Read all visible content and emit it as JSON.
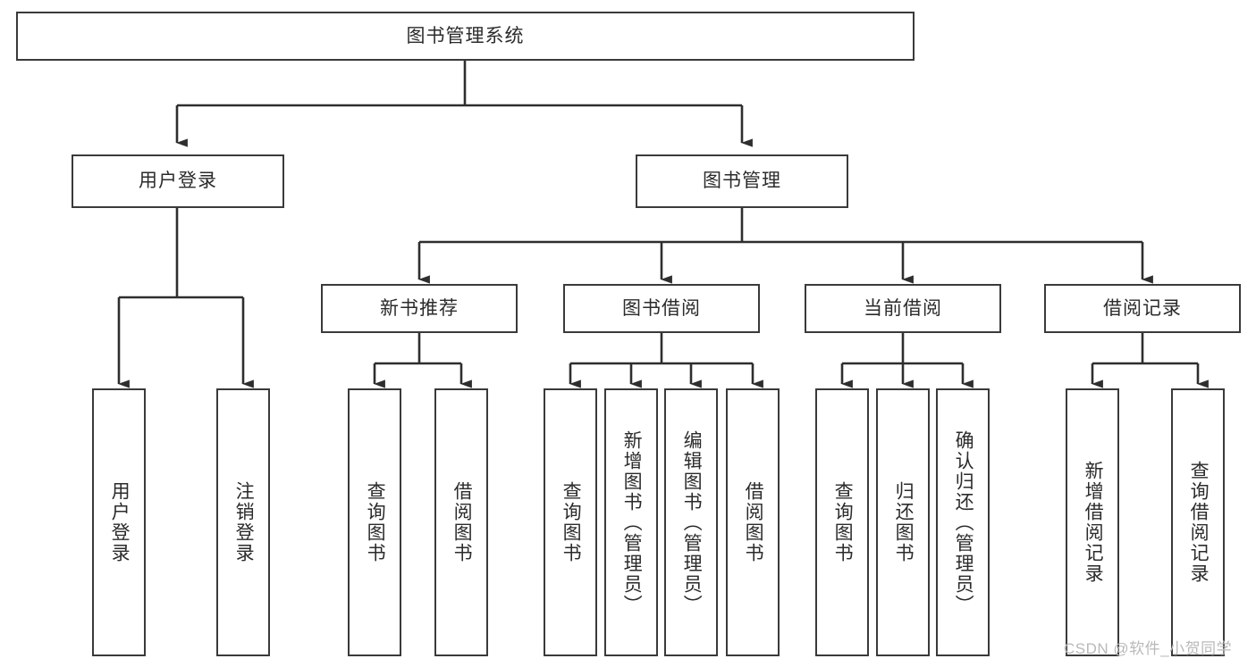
{
  "diagram": {
    "type": "tree-hierarchy-chart",
    "title": "图书管理系统",
    "line_color": "#3a3a3a",
    "box_border_color": "#3a3a3a",
    "box_fill_color": "#ffffff",
    "text_color": "#2b2b2b",
    "background_color": "#ffffff"
  },
  "root": {
    "label": "图书管理系统"
  },
  "level2": [
    {
      "label": "用户登录"
    },
    {
      "label": "图书管理"
    }
  ],
  "level3": [
    {
      "label": "新书推荐"
    },
    {
      "label": "图书借阅"
    },
    {
      "label": "当前借阅"
    },
    {
      "label": "借阅记录"
    }
  ],
  "leaves": {
    "user_login": [
      {
        "label": "用户登录"
      },
      {
        "label": "注销登录"
      }
    ],
    "new_book_recommend": [
      {
        "label": "查询图书"
      },
      {
        "label": "借阅图书"
      }
    ],
    "book_borrow": [
      {
        "label": "查询图书"
      },
      {
        "label": "新增图书（管理员）"
      },
      {
        "label": "编辑图书（管理员）"
      },
      {
        "label": "借阅图书"
      }
    ],
    "current_borrow": [
      {
        "label": "查询图书"
      },
      {
        "label": "归还图书"
      },
      {
        "label": "确认归还（管理员）"
      }
    ],
    "borrow_record": [
      {
        "label": "新增借阅记录"
      },
      {
        "label": "查询借阅记录"
      }
    ]
  },
  "watermark": {
    "text": "CSDN @软件_小贺同学"
  }
}
